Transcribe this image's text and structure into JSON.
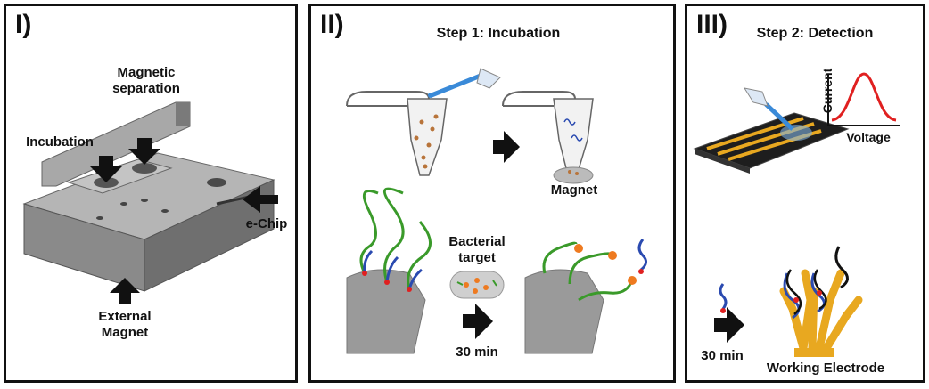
{
  "panel1": {
    "roman": "I)",
    "labels": {
      "magnetic_separation": "Magnetic\nseparation",
      "incubation": "Incubation",
      "e_chip": "e-Chip",
      "external_magnet": "External\nMagnet"
    }
  },
  "panel2": {
    "roman": "II)",
    "title": "Step 1: Incubation",
    "labels": {
      "magnet": "Magnet",
      "bacterial_target": "Bacterial\ntarget",
      "time": "30 min"
    }
  },
  "panel3": {
    "roman": "III)",
    "title": "Step 2: Detection",
    "labels": {
      "current": "Current",
      "voltage": "Voltage",
      "time": "30 min",
      "working_electrode": "Working Electrode"
    }
  },
  "colors": {
    "device_gray": "#8a8a8a",
    "arrow_black": "#111111",
    "dna_green": "#3a9a2a",
    "dna_blue": "#2a4ab0",
    "electrode_gold": "#e8a820",
    "curve_red": "#e02020"
  }
}
